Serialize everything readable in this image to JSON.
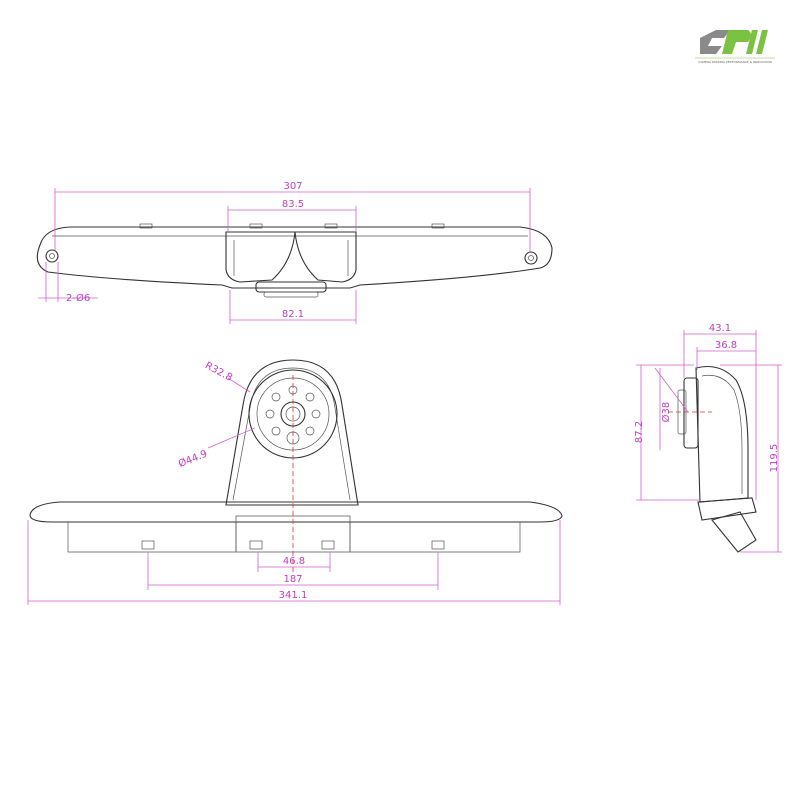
{
  "logo": {
    "text": "CPI",
    "tagline": "CAMERA PARKING PERFORMANCE & INNOVATION",
    "green": "#7cc242",
    "grey": "#8a8a8a"
  },
  "colors": {
    "dimension": "#c040c0",
    "outline": "#333333",
    "centerline": "#e03030"
  },
  "top_view": {
    "overall_width": "307",
    "camera_housing_top": "83.5",
    "camera_housing_bottom": "82.1",
    "mount_holes": "2-Ø6"
  },
  "front_view": {
    "radius": "R32.8",
    "camera_diameter": "Ø44.9",
    "inner_spacing": "46.8",
    "mount_spacing": "187",
    "overall_width": "341.1"
  },
  "side_view": {
    "depth_outer": "43.1",
    "depth_inner": "36.8",
    "lens_diameter": "Ø38",
    "lens_height": "87.2",
    "overall_height": "119.5"
  }
}
